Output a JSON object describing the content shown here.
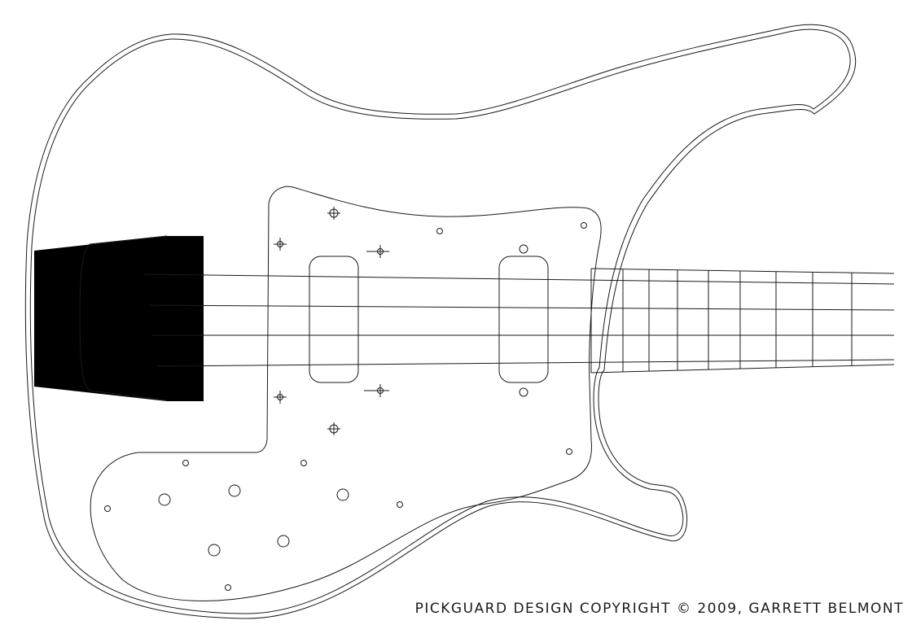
{
  "footer": {
    "copyright": "PICKGUARD DESIGN COPYRIGHT © 2009, GARRETT BELMONT"
  },
  "colors": {
    "line": "#1a1a1a",
    "background": "#ffffff"
  },
  "parts": {
    "strings": 4,
    "frets_shown": 9,
    "pickups": 2,
    "control_holes": 5
  }
}
